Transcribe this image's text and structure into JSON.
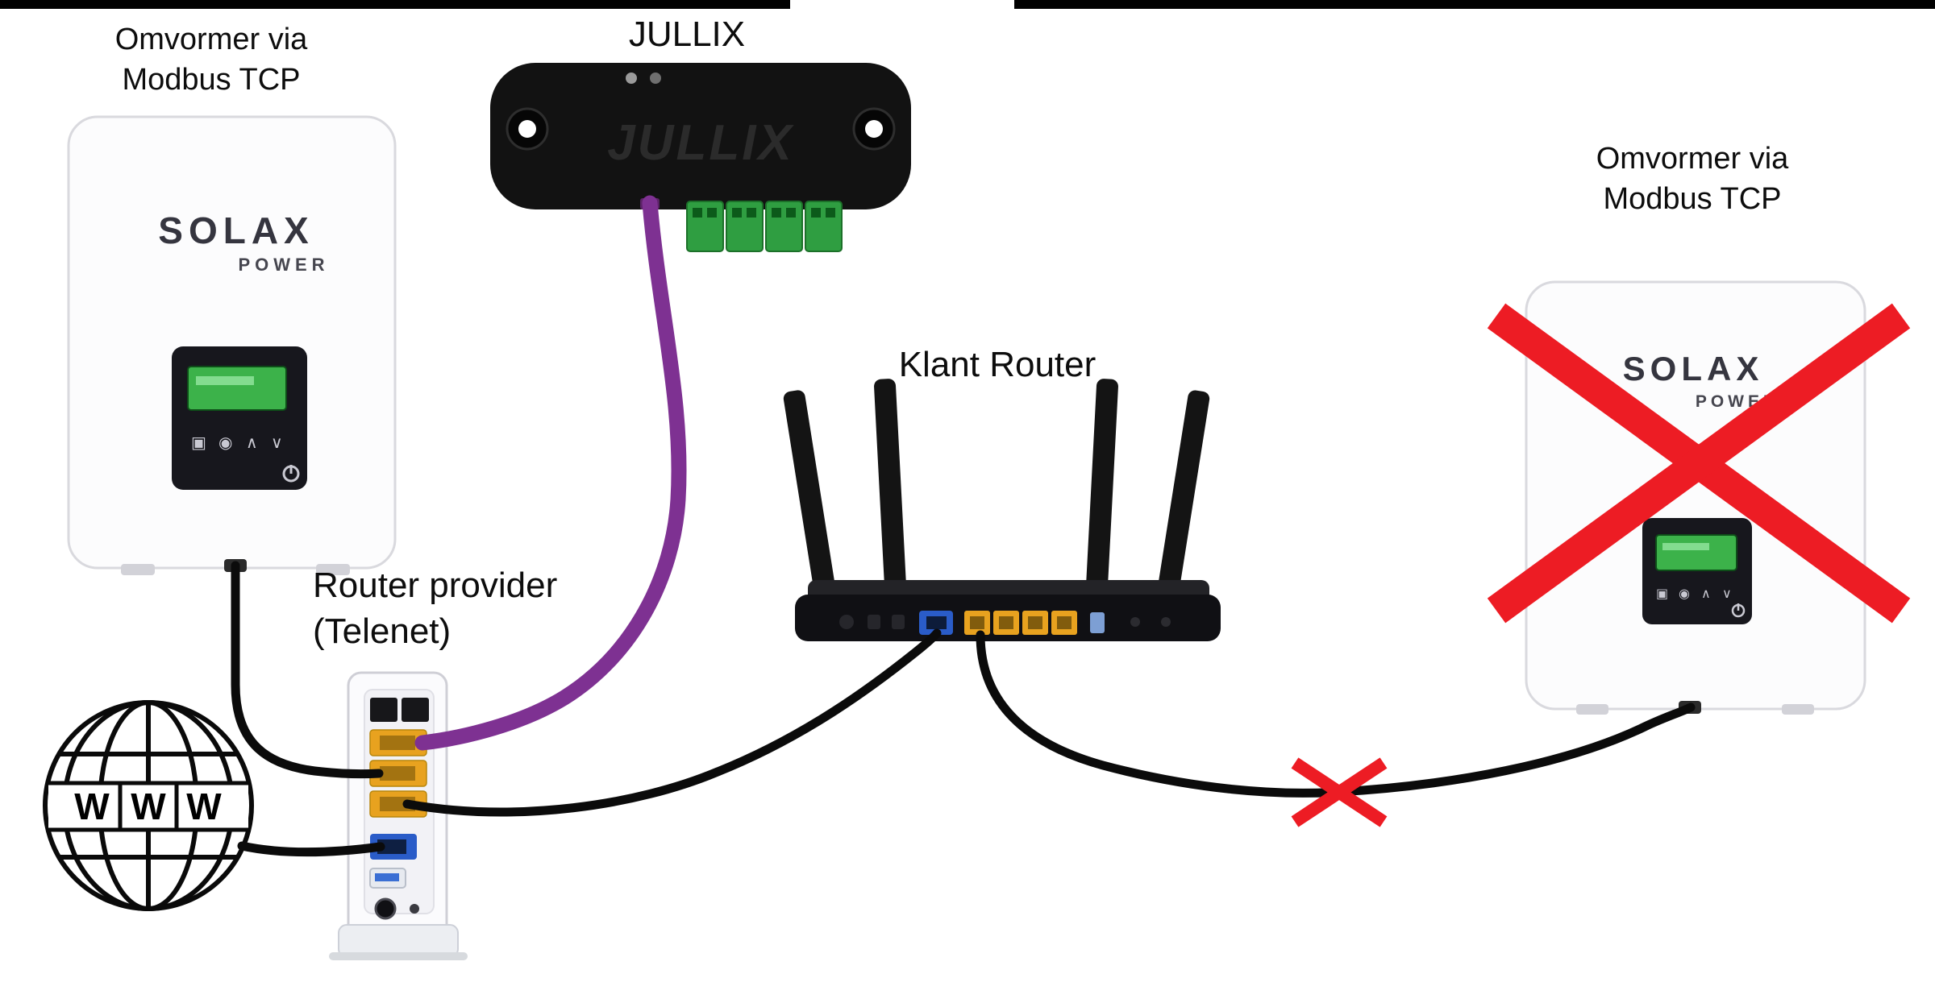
{
  "labels": {
    "left_inverter": {
      "line1": "Omvormer via",
      "line2": "Modbus TCP"
    },
    "jullix": "JULLIX",
    "klant_router": "Klant Router",
    "provider": {
      "line1": "Router provider",
      "line2": "(Telenet)"
    },
    "right_inverter": {
      "line1": "Omvormer via",
      "line2": "Modbus TCP"
    }
  },
  "devices": {
    "solax_left": {
      "brand": "SOLAX",
      "brand_sub": "POWER"
    },
    "solax_right": {
      "brand": "SOLAX",
      "brand_sub": "POWER"
    },
    "jullix_logo": "JULLIX",
    "globe": {
      "w1": "W",
      "w2": "W",
      "w3": "W"
    }
  },
  "icons": {
    "display_menu_icon": "▣",
    "display_power_icon": "◉",
    "display_up_icon": "∧",
    "display_down_icon": "∨"
  },
  "colors": {
    "cable_black": "#0b0b0b",
    "cable_purple": "#7e3192",
    "cross_red": "#ed1c24",
    "terminal_green": "#2f9e41",
    "lan_port_yellow": "#e8a21f",
    "wan_port_blue": "#2a5cc8",
    "lcd_green": "#3cb24a",
    "device_black": "#121212"
  }
}
